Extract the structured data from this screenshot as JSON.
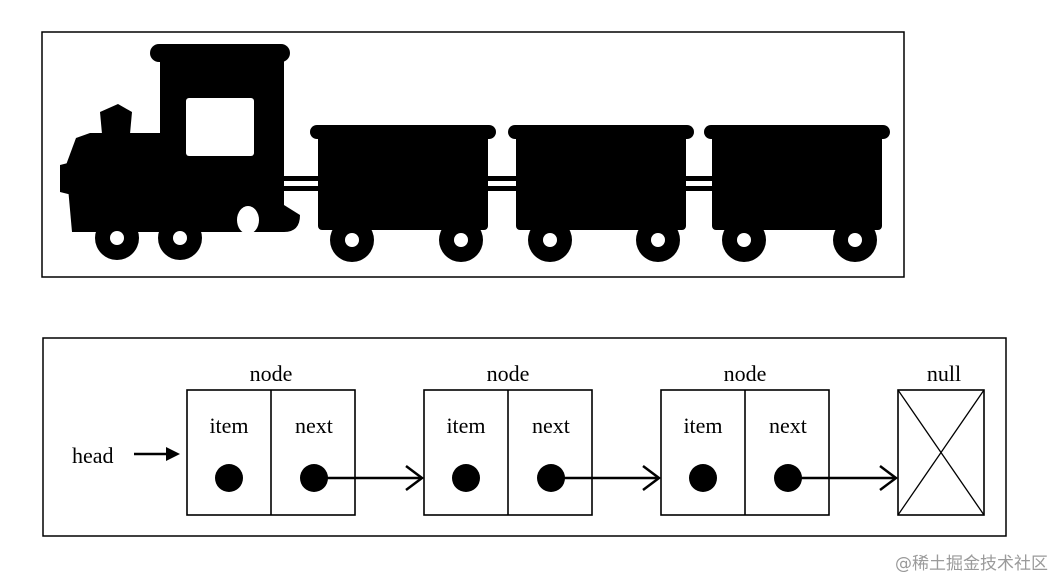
{
  "diagram": {
    "head_label": "head",
    "node_title": "node",
    "item_label": "item",
    "next_label": "next",
    "null_label": "null",
    "node_count": 3
  },
  "watermark": "@稀土掘金技术社区",
  "colors": {
    "ink": "#000000",
    "background": "#ffffff",
    "watermark": "#9a9a9a"
  }
}
